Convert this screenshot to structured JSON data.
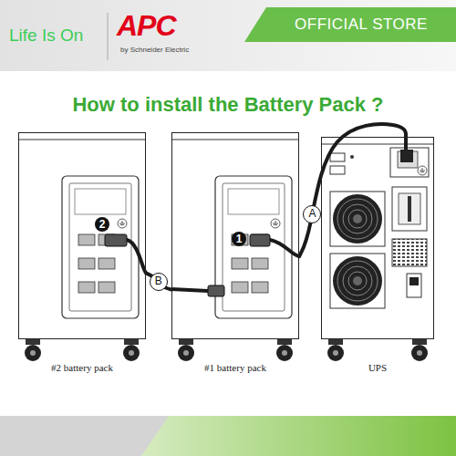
{
  "diagram": {
    "title": "How to install the Battery Pack ?",
    "nodes": [
      {
        "text": [
          "OFFICIAL STORE"
        ]
      },
      {
        "text": [
          "#2 battery pack"
        ]
      },
      {
        "text": [
          "#1 battery pack"
        ]
      },
      {
        "text": [
          "UPS"
        ]
      }
    ],
    "edges": [
      {
        "from": 1,
        "to": 2,
        "arrow": "none",
        "label": "B"
      },
      {
        "from": 2,
        "to": 3,
        "arrow": "none",
        "label": "A"
      }
    ],
    "labels": [
      "Life Is On",
      "APC",
      "by Schneider Electric",
      "1",
      "2"
    ]
  }
}
